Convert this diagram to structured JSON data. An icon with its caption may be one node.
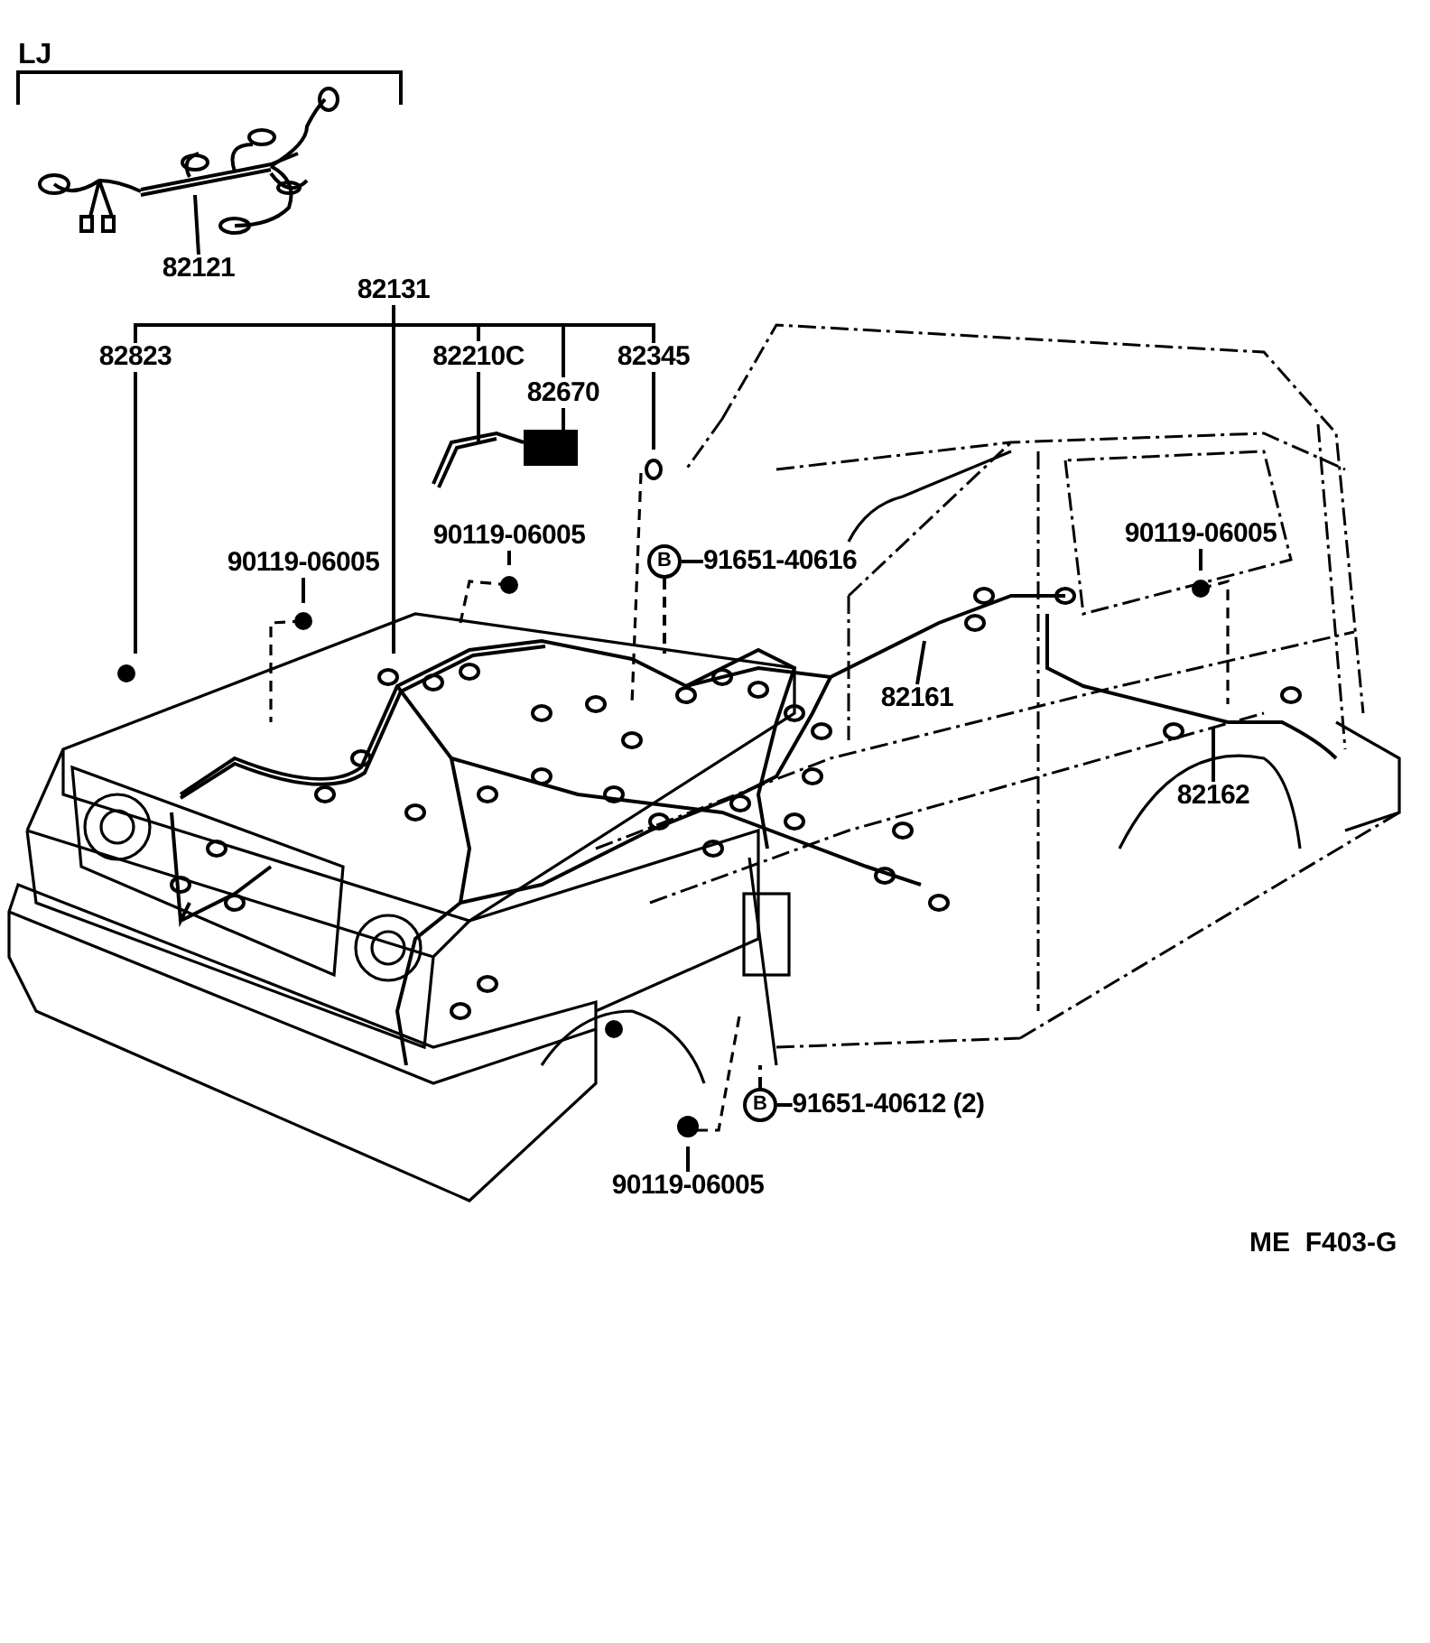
{
  "diagram": {
    "nodes": [
      {
        "text": [
          "82121"
        ]
      },
      {
        "text": [
          "82131"
        ]
      },
      {
        "text": [
          "82823"
        ]
      },
      {
        "text": [
          "82210C"
        ]
      },
      {
        "text": [
          "82670"
        ]
      },
      {
        "text": [
          "82345"
        ]
      },
      {
        "text": [
          "90119-06005"
        ]
      },
      {
        "text": [
          "90119-06005"
        ]
      },
      {
        "text": [
          "B"
        ]
      },
      {
        "text": [
          "91651-40616"
        ]
      },
      {
        "text": [
          "90119-06005"
        ]
      },
      {
        "text": [
          "82161"
        ]
      },
      {
        "text": [
          "82162"
        ]
      },
      {
        "text": [
          "B"
        ]
      },
      {
        "text": [
          "91651-40612 (2)"
        ]
      },
      {
        "text": [
          "90119-06005"
        ]
      }
    ],
    "edges": [
      {
        "from": 0,
        "to": null,
        "arrow": "none"
      },
      {
        "from": 1,
        "to": null,
        "arrow": "none"
      },
      {
        "from": 2,
        "to": null,
        "arrow": "none"
      },
      {
        "from": 3,
        "to": null,
        "arrow": "none"
      },
      {
        "from": 4,
        "to": null,
        "arrow": "none"
      },
      {
        "from": 5,
        "to": null,
        "arrow": "none"
      },
      {
        "from": 6,
        "to": null,
        "arrow": "none"
      },
      {
        "from": 7,
        "to": null,
        "arrow": "none"
      },
      {
        "from": 9,
        "to": 8,
        "arrow": "none"
      },
      {
        "from": 8,
        "to": null,
        "arrow": "none",
        "style": "dashed"
      },
      {
        "from": 10,
        "to": null,
        "arrow": "none"
      },
      {
        "from": 11,
        "to": null,
        "arrow": "none"
      },
      {
        "from": 12,
        "to": null,
        "arrow": "none"
      },
      {
        "from": 14,
        "to": 13,
        "arrow": "none"
      },
      {
        "from": 13,
        "to": null,
        "arrow": "none",
        "style": "dashed"
      },
      {
        "from": 15,
        "to": null,
        "arrow": "none"
      }
    ],
    "labels": [
      "LJ",
      "ME  F403-G"
    ]
  }
}
